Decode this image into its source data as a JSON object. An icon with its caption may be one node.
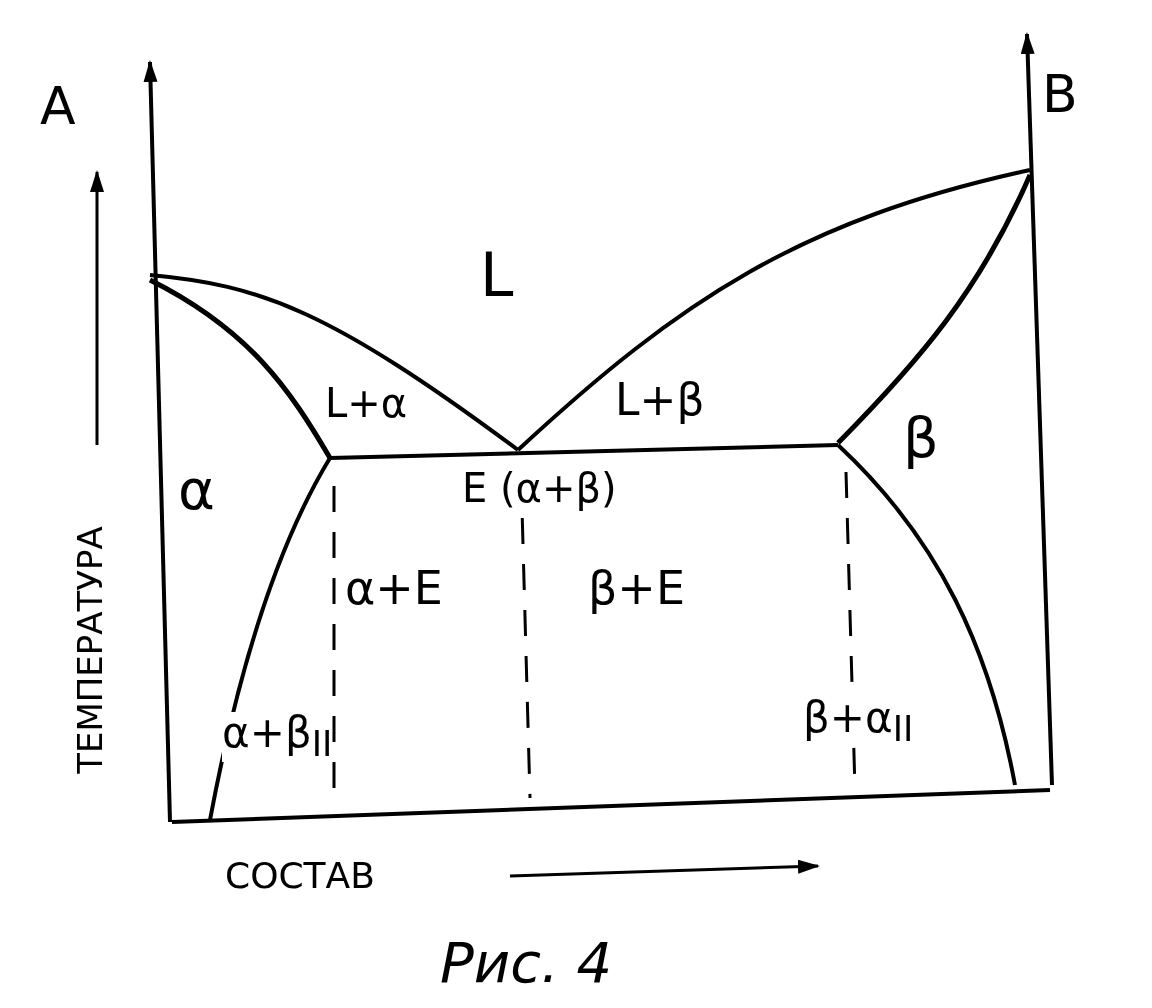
{
  "diagram": {
    "caption": "Рис. 4",
    "labels": [
      "A",
      "B",
      "L",
      "L+α",
      "L+β",
      "α",
      "β",
      "E (α+β)",
      "α+E",
      "β+E",
      "α+β$_{II}$",
      "β+α$_{II}$",
      "ТЕМПЕРАТУРА",
      "СОСТАВ"
    ]
  }
}
